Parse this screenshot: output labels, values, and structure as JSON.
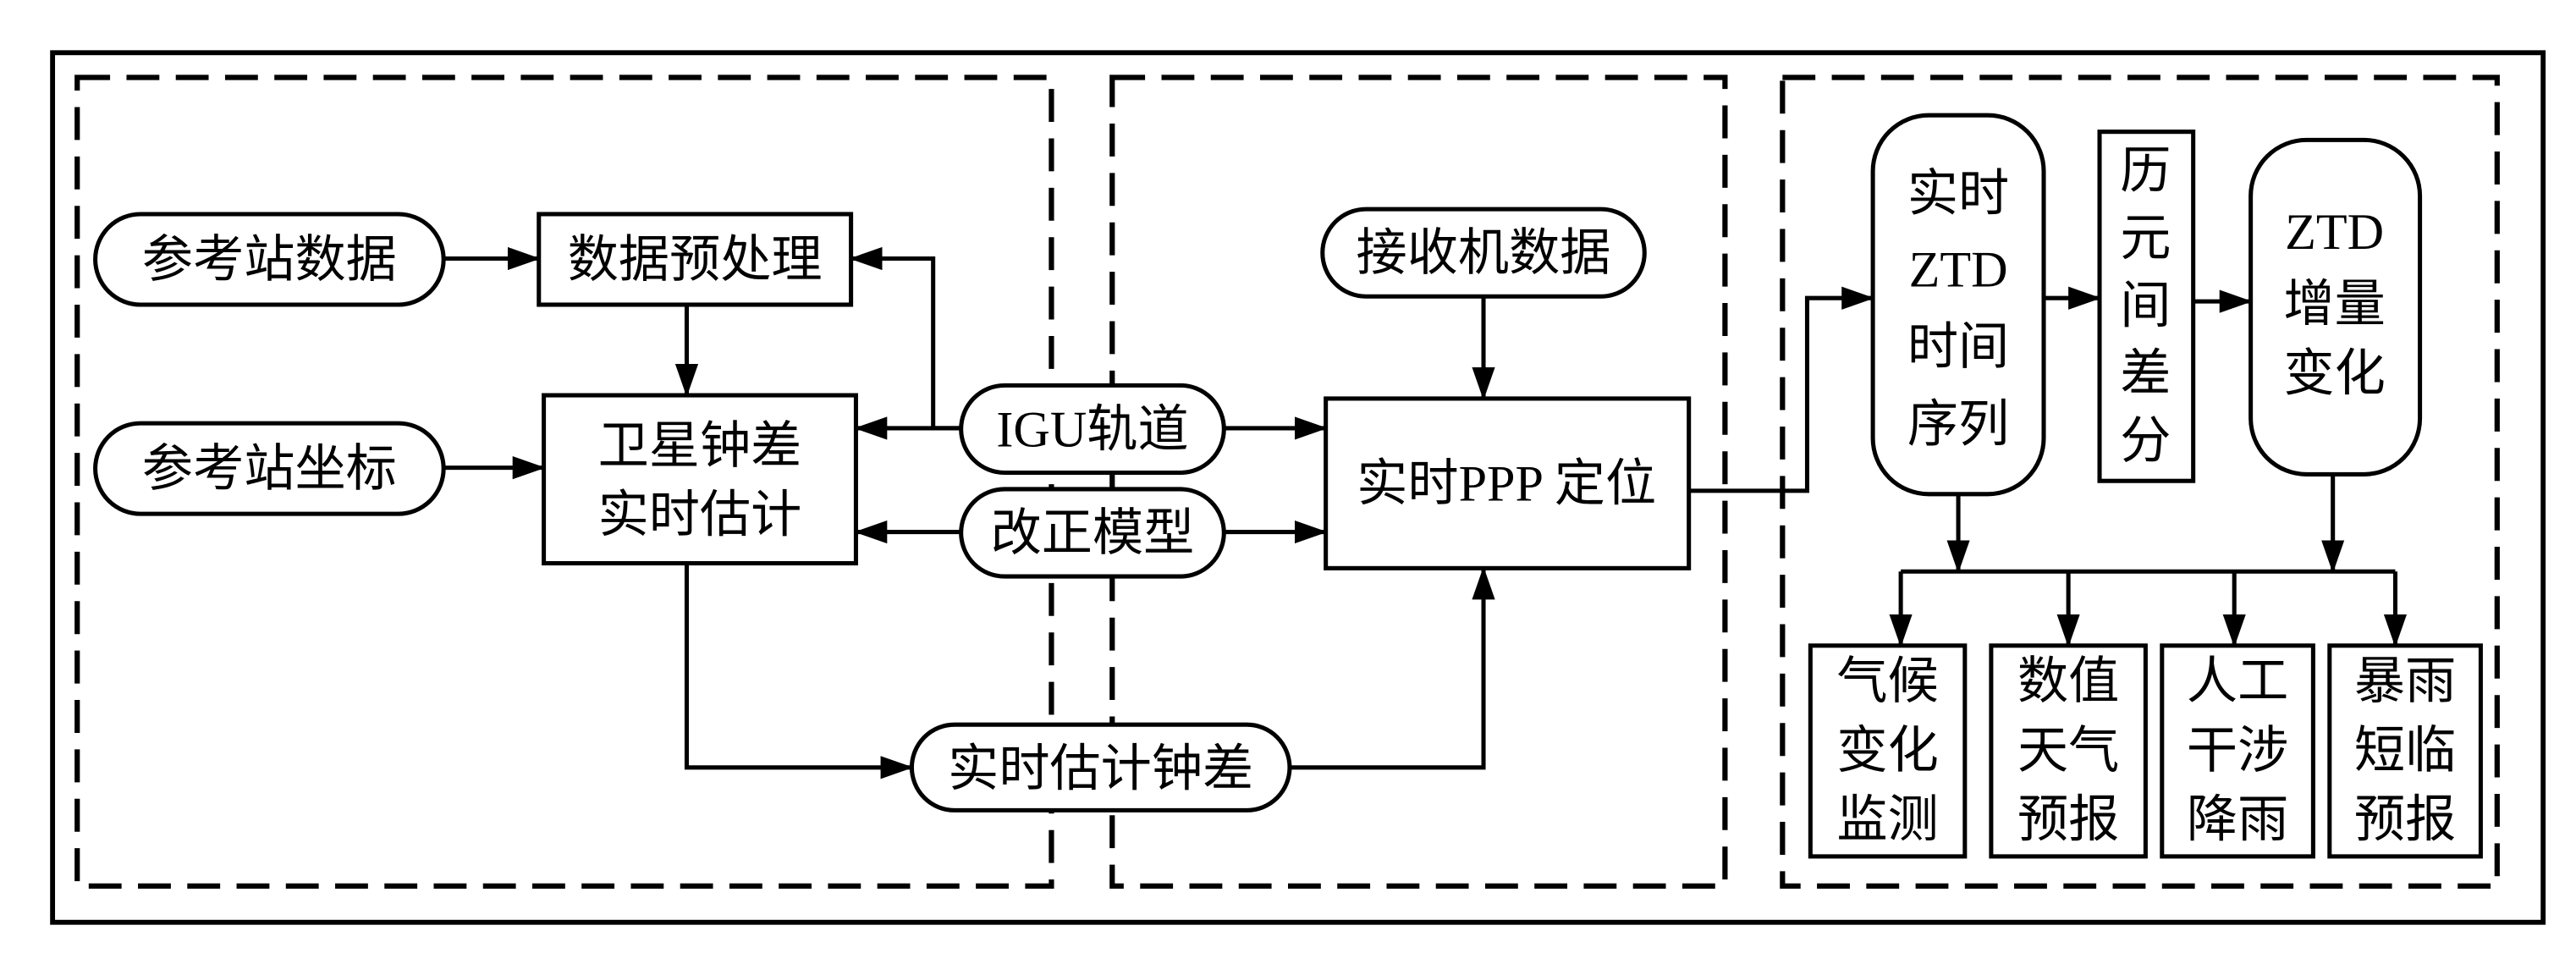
{
  "nodes": {
    "ref_station_data": "参考站数据",
    "data_preprocess": "数据预处理",
    "ref_station_coords": "参考站坐标",
    "clock_estimation": [
      "卫星钟差",
      "实时估计"
    ],
    "igu_orbit": "IGU轨道",
    "correction_model": "改正模型",
    "receiver_data": "接收机数据",
    "realtime_ppp": "实时PPP 定位",
    "realtime_clock": "实时估计钟差",
    "ztd_series": [
      "实时",
      "ZTD",
      "时间",
      "序列"
    ],
    "epoch_diff": [
      "历",
      "元",
      "间",
      "差",
      "分"
    ],
    "ztd_increment": [
      "ZTD",
      "增量",
      "变化"
    ],
    "app_climate": [
      "气候",
      "变化",
      "监测"
    ],
    "app_nwp": [
      "数值",
      "天气",
      "预报"
    ],
    "app_rain": [
      "人工",
      "干涉",
      "降雨"
    ],
    "app_storm": [
      "暴雨",
      "短临",
      "预报"
    ]
  }
}
